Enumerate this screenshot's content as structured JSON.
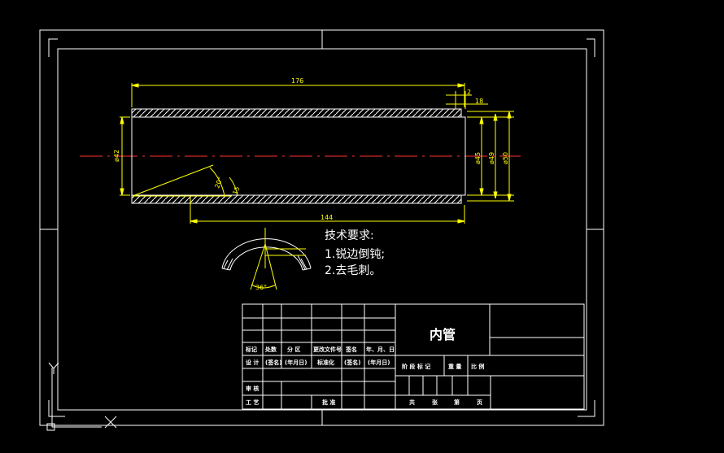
{
  "drawing": {
    "title": "内管",
    "colors": {
      "background": "#000000",
      "line": "#ffffff",
      "dimension": "#ffff00",
      "centerline": "#ff0000"
    },
    "dimensions": {
      "overall_length": "176",
      "bore_length": "144",
      "end_gap": "2",
      "end_offset": "18",
      "left_dia": "ø42",
      "dia_45": "ø45",
      "dia_49": "ø49",
      "dia_50": "ø50",
      "angle_20": "20°",
      "angle_15": "15",
      "detail_angle": "36°"
    },
    "notes": {
      "heading": "技术要求:",
      "line1": "1.锐边倒钝;",
      "line2": "2.去毛刺。"
    }
  },
  "title_block": {
    "row_labels_a": [
      "标记",
      "处数",
      "分 区",
      "更改文件号",
      "签名",
      "年、月、日"
    ],
    "row_labels_b": [
      "设 计",
      "(签名)",
      "(年月日)",
      "标准化",
      "(签名)",
      "(年月日)"
    ],
    "review": "审 核",
    "process": "工 艺",
    "approve": "批 准",
    "stage_labels": [
      "阶 段 标 记",
      "重 量",
      "比 例"
    ],
    "sheet_labels": [
      "共",
      "张",
      "第",
      "页"
    ]
  },
  "ucs": {
    "y_axis": "Y",
    "x_axis": "X"
  }
}
